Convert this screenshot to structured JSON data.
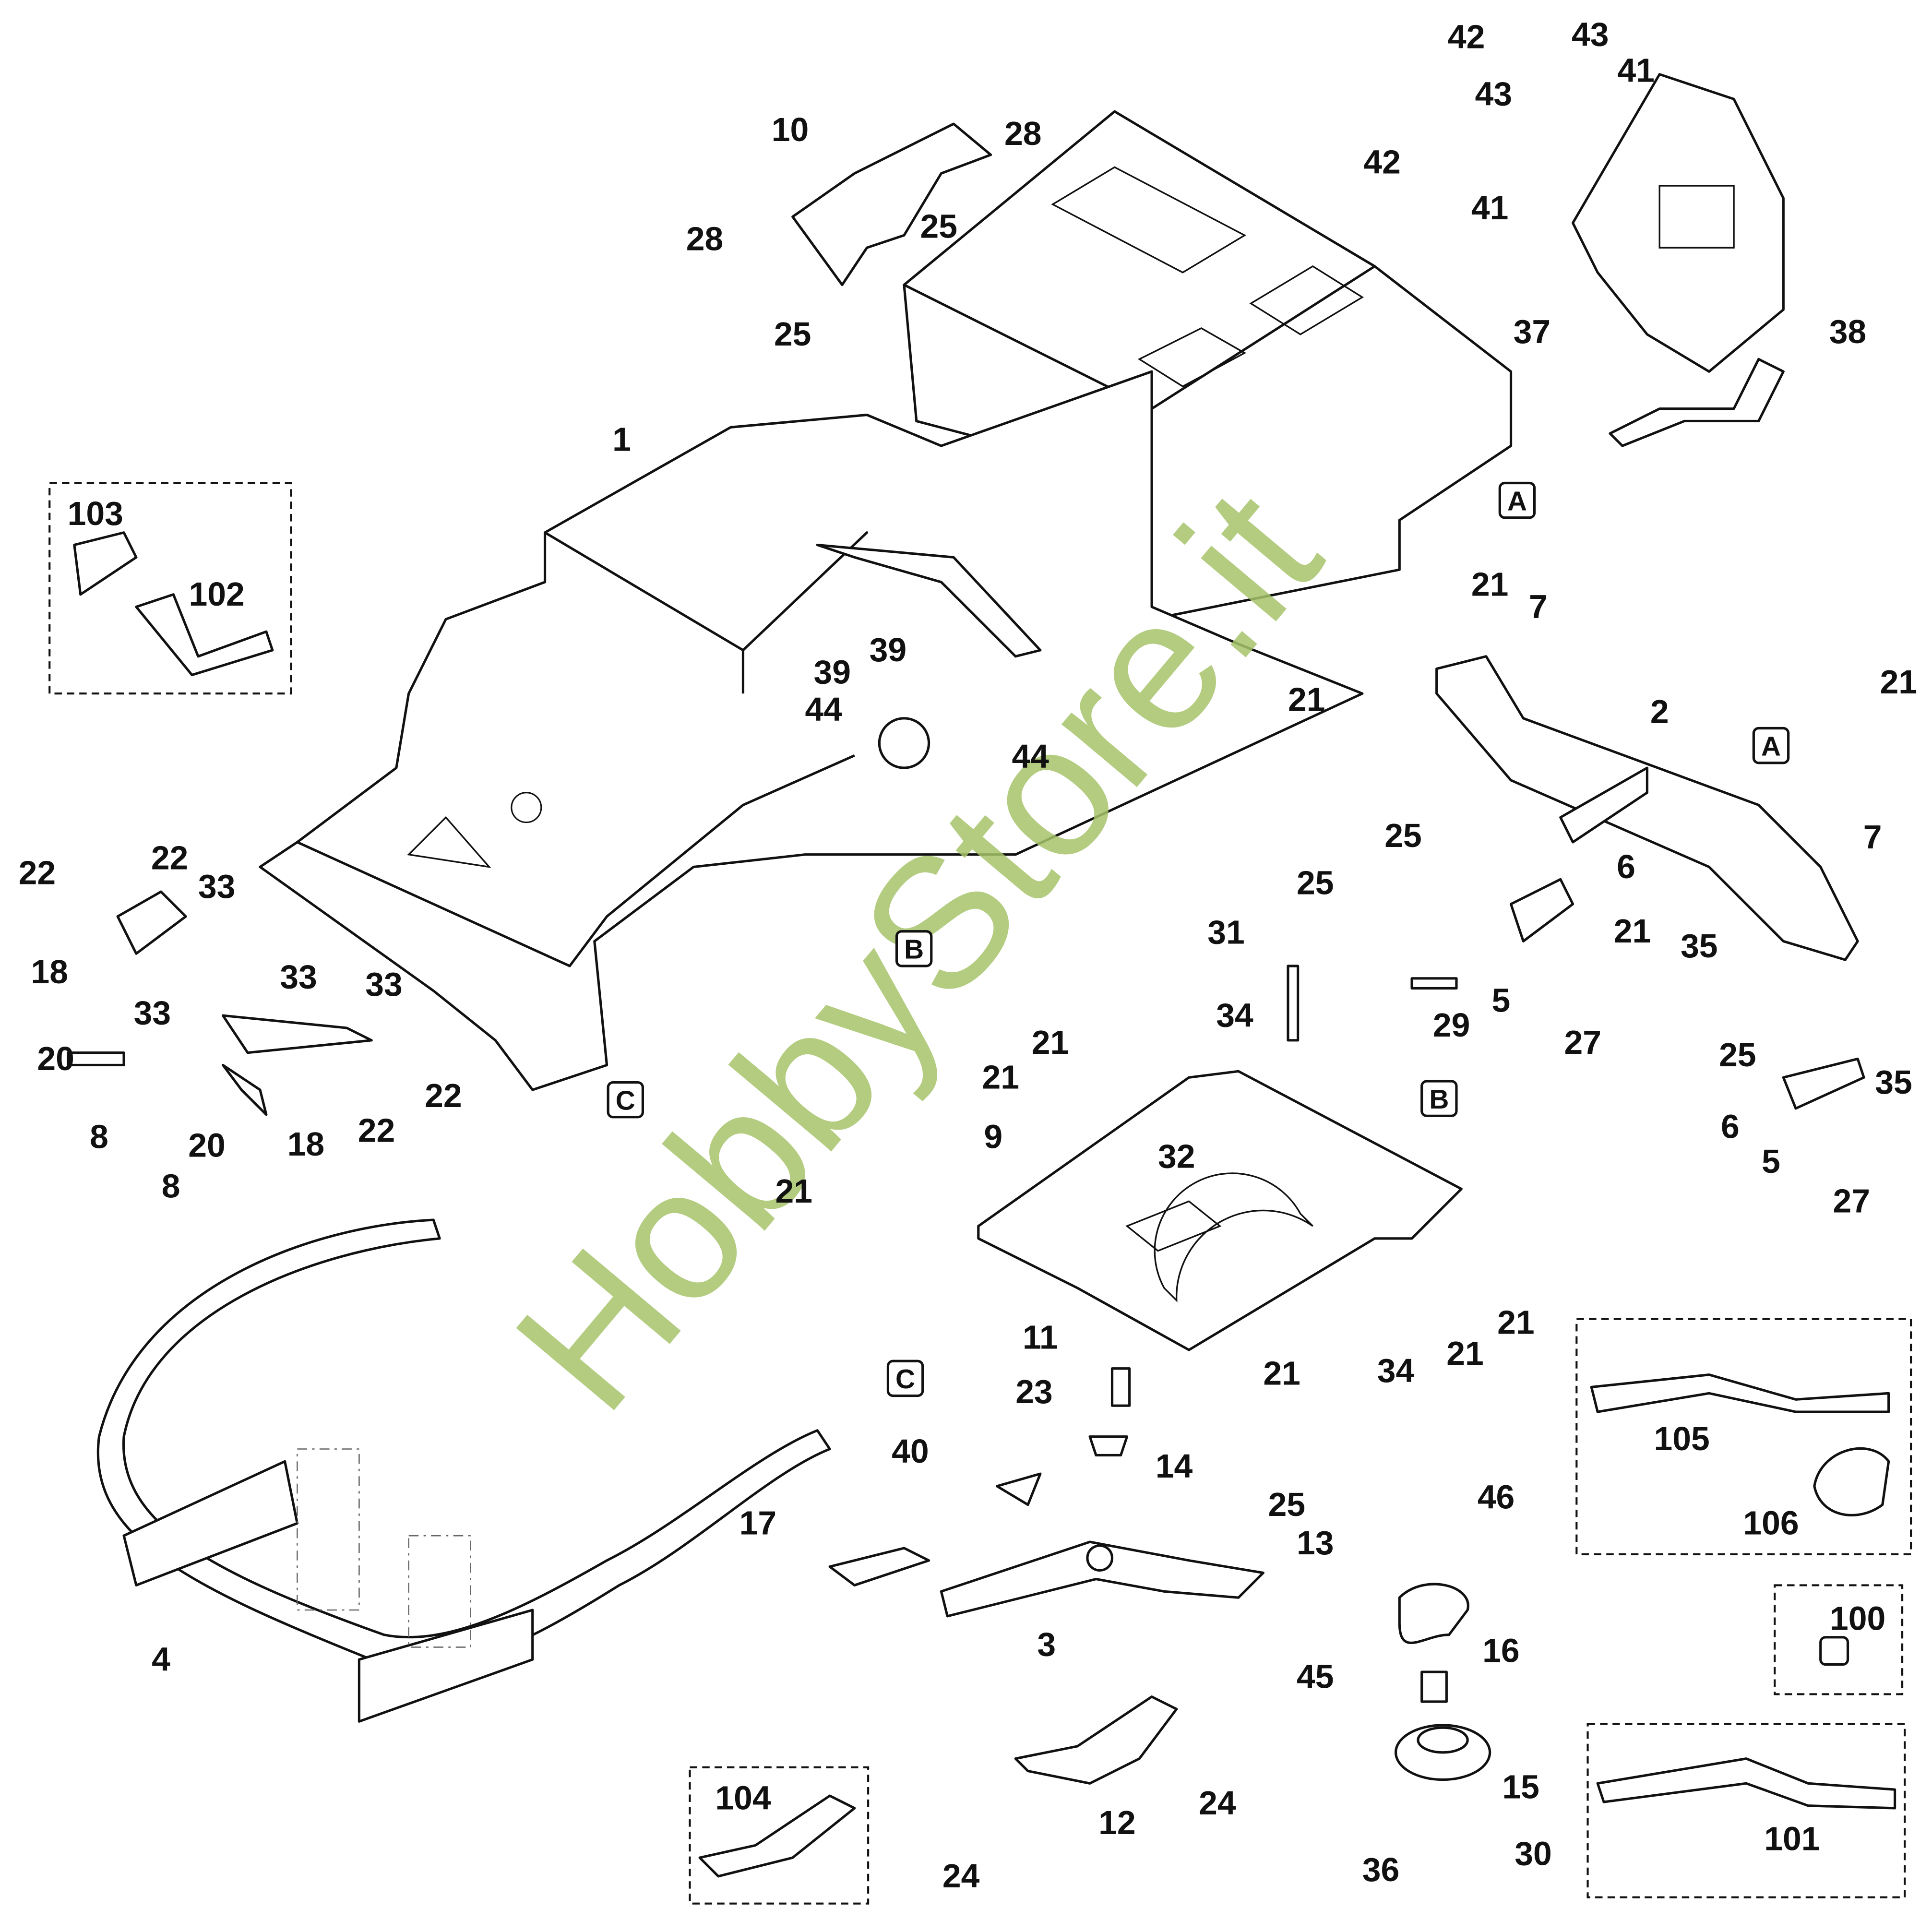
{
  "watermark": "HobbyStore.it",
  "callouts": [
    "1",
    "2",
    "3",
    "4",
    "5",
    "5",
    "6",
    "6",
    "7",
    "7",
    "8",
    "8",
    "9",
    "10",
    "11",
    "12",
    "13",
    "14",
    "15",
    "16",
    "17",
    "18",
    "18",
    "20",
    "20",
    "21",
    "21",
    "21",
    "21",
    "21",
    "21",
    "21",
    "21",
    "21",
    "21",
    "22",
    "22",
    "22",
    "22",
    "23",
    "24",
    "24",
    "25",
    "25",
    "25",
    "25",
    "25",
    "25",
    "27",
    "27",
    "28",
    "28",
    "29",
    "30",
    "31",
    "32",
    "33",
    "33",
    "33",
    "33",
    "34",
    "34",
    "35",
    "35",
    "36",
    "37",
    "38",
    "39",
    "39",
    "40",
    "41",
    "41",
    "42",
    "42",
    "43",
    "43",
    "44",
    "44",
    "45",
    "46",
    "100",
    "101",
    "102",
    "103",
    "104",
    "105",
    "106"
  ],
  "refs": [
    "A",
    "A",
    "B",
    "B",
    "C",
    "C"
  ]
}
